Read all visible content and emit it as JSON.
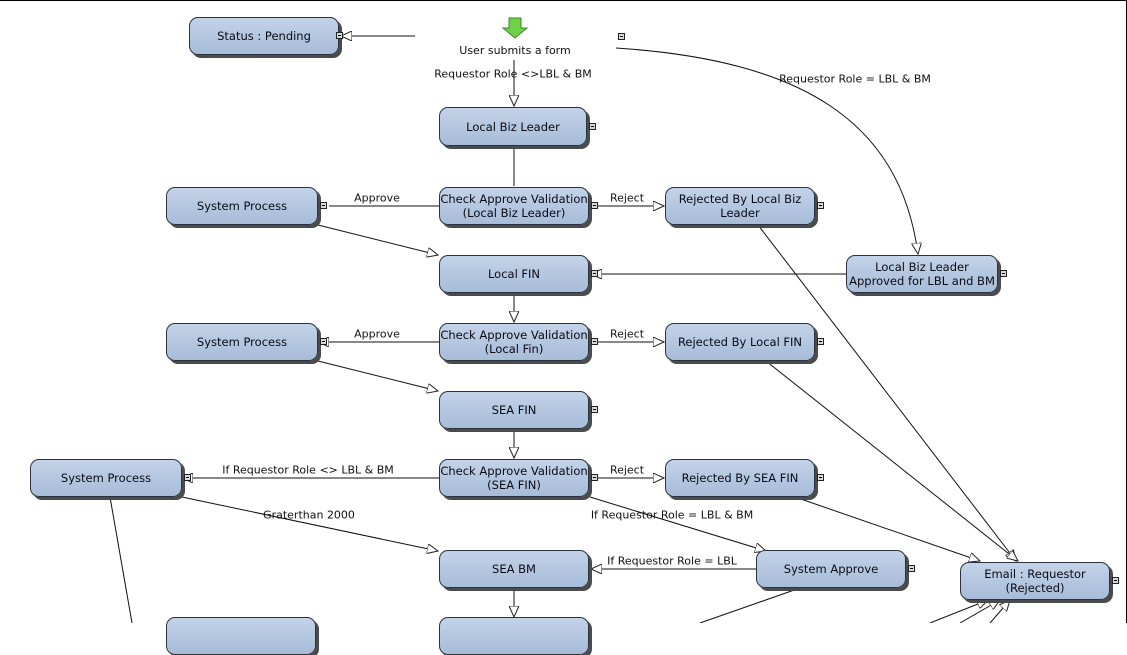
{
  "start": {
    "label": "User submits a form",
    "icon": "green-down-arrow-icon"
  },
  "nodes": [
    {
      "id": "status-pending",
      "label": "Status : Pending"
    },
    {
      "id": "local-biz-leader",
      "label": "Local Biz Leader"
    },
    {
      "id": "check-lbl",
      "label": "Check Approve Validation\n(Local Biz Leader)"
    },
    {
      "id": "system-process-1",
      "label": "System Process"
    },
    {
      "id": "rejected-lbl",
      "label": "Rejected By Local Biz\nLeader"
    },
    {
      "id": "local-fin",
      "label": "Local FIN"
    },
    {
      "id": "lbl-approved",
      "label": "Local Biz Leader\nApproved for LBL and BM"
    },
    {
      "id": "check-lfin",
      "label": "Check Approve Validation\n(Local Fin)"
    },
    {
      "id": "system-process-2",
      "label": "System  Process"
    },
    {
      "id": "rejected-lfin",
      "label": "Rejected By Local FIN"
    },
    {
      "id": "sea-fin",
      "label": "SEA FIN"
    },
    {
      "id": "check-seafin",
      "label": "Check Approve Validation\n(SEA FIN)"
    },
    {
      "id": "system-process-3",
      "label": "System Process"
    },
    {
      "id": "rejected-seafin",
      "label": "Rejected By SEA FIN"
    },
    {
      "id": "sea-bm",
      "label": "SEA BM"
    },
    {
      "id": "system-approve",
      "label": "System Approve"
    },
    {
      "id": "email-rejected",
      "label": "Email : Requestor\n(Rejected)"
    },
    {
      "id": "bottom-left",
      "label": ""
    },
    {
      "id": "bottom-center",
      "label": ""
    }
  ],
  "edge_labels": [
    "Requestor Role <>LBL & BM",
    "Requestor Role = LBL & BM",
    "Approve",
    "Reject",
    "Approve",
    "Reject",
    "If Requestor Role <> LBL & BM",
    "Reject",
    "Graterthan 2000",
    "If Requestor Role = LBL & BM",
    "If Requestor Role = LBL"
  ],
  "colors": {
    "node_fill_top": "#c3d3e8",
    "node_fill_bottom": "#a7bcd9",
    "start_arrow": "#6fd04a"
  }
}
